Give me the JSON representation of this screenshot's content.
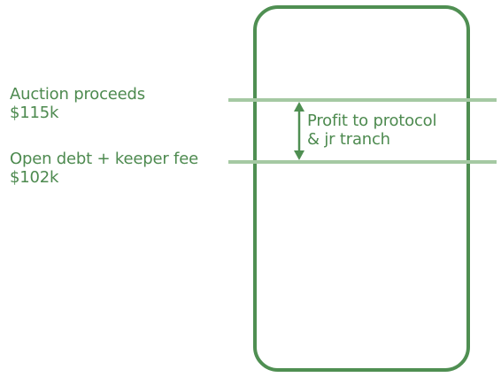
{
  "auction": {
    "label": "Auction proceeds",
    "value": "$115k"
  },
  "debt": {
    "label": "Open debt + keeper fee",
    "value": "$102k"
  },
  "profit": {
    "line1": "Profit to protocol",
    "line2": "& jr tranch"
  },
  "colors": {
    "outline": "#4f8f52",
    "level_line": "#a5c9a3",
    "text": "#4d8a4f",
    "arrow": "#4f8f52"
  }
}
